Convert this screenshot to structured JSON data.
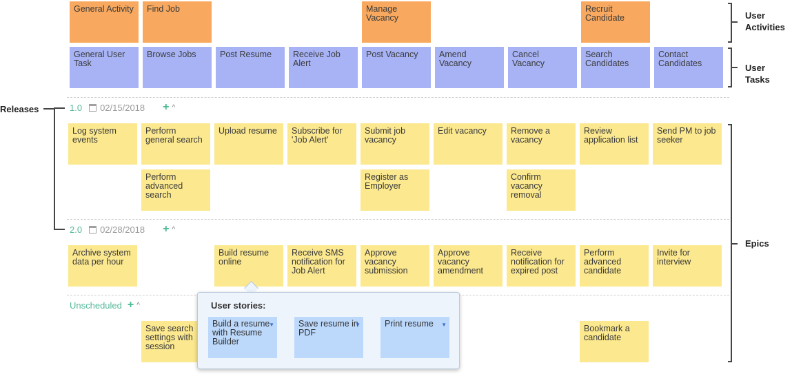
{
  "activities": [
    "General Activity",
    "Find Job",
    "Manage Vacancy",
    "Recruit Candidate"
  ],
  "tasks": [
    "General User Task",
    "Browse Jobs",
    "Post Resume",
    "Receive Job Alert",
    "Post Vacancy",
    "Amend Vacancy",
    "Cancel Vacancy",
    "Search Candidates",
    "Contact Candidates"
  ],
  "labels": {
    "user_activities": "User Activities",
    "user_tasks": "User Tasks",
    "releases": "Releases",
    "epics": "Epics"
  },
  "releases": [
    {
      "number": "1.0",
      "date": "02/15/2018"
    },
    {
      "number": "2.0",
      "date": "02/28/2018"
    },
    {
      "number": "Unscheduled"
    }
  ],
  "r1_row1": [
    "Log system events",
    "Perform general search",
    "Upload resume",
    "Subscribe for 'Job Alert'",
    "Submit job vacancy",
    "Edit vacancy",
    "Remove a vacancy",
    "Review application list",
    "Send PM to job seeker"
  ],
  "r1_row2": [
    "Perform advanced search",
    "Register as Employer",
    "Confirm vacancy removal"
  ],
  "r2_row1": [
    "Archive system data per hour",
    "Build resume online",
    "Receive SMS notification for Job Alert",
    "Approve vacancy submission",
    "Approve vacancy amendment",
    "Receive notification for expired post",
    "Perform advanced candidate",
    "Invite for interview"
  ],
  "unsched": [
    "Save search settings with session",
    "Bookmark a candidate"
  ],
  "popup": {
    "title": "User stories:",
    "stories": [
      "Build a resume with Resume Builder",
      "Save resume in PDF",
      "Print resume"
    ]
  },
  "icons": {
    "add": "+",
    "collapse": "^",
    "calendar": "calendar-icon"
  },
  "colors": {
    "activity": "#f9a95f",
    "task": "#a7b3f5",
    "story": "#fbe88f",
    "popup_story": "#bcd8fb",
    "release_num": "#55b89a"
  }
}
